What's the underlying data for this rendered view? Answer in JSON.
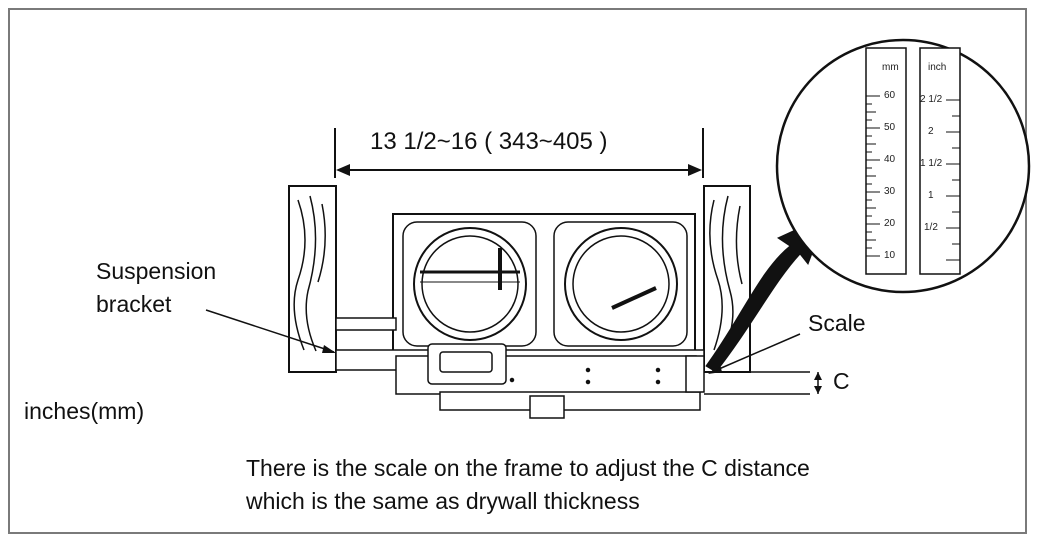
{
  "dimension": {
    "label": "13 1/2~16 ( 343~405 )"
  },
  "callouts": {
    "suspension_line1": "Suspension",
    "suspension_line2": "bracket",
    "scale": "Scale",
    "c": "C"
  },
  "units": "inches(mm)",
  "caption": {
    "line1": "There is the scale on the frame to adjust the C distance",
    "line2": "which is the same as drywall thickness"
  },
  "scale_zoom": {
    "unit_mm": "mm",
    "unit_inch": "inch",
    "mm_marks": [
      "10",
      "20",
      "30",
      "40",
      "50",
      "60"
    ],
    "inch_marks": [
      "1/2",
      "1",
      "1 1/2",
      "2",
      "2 1/2"
    ]
  }
}
